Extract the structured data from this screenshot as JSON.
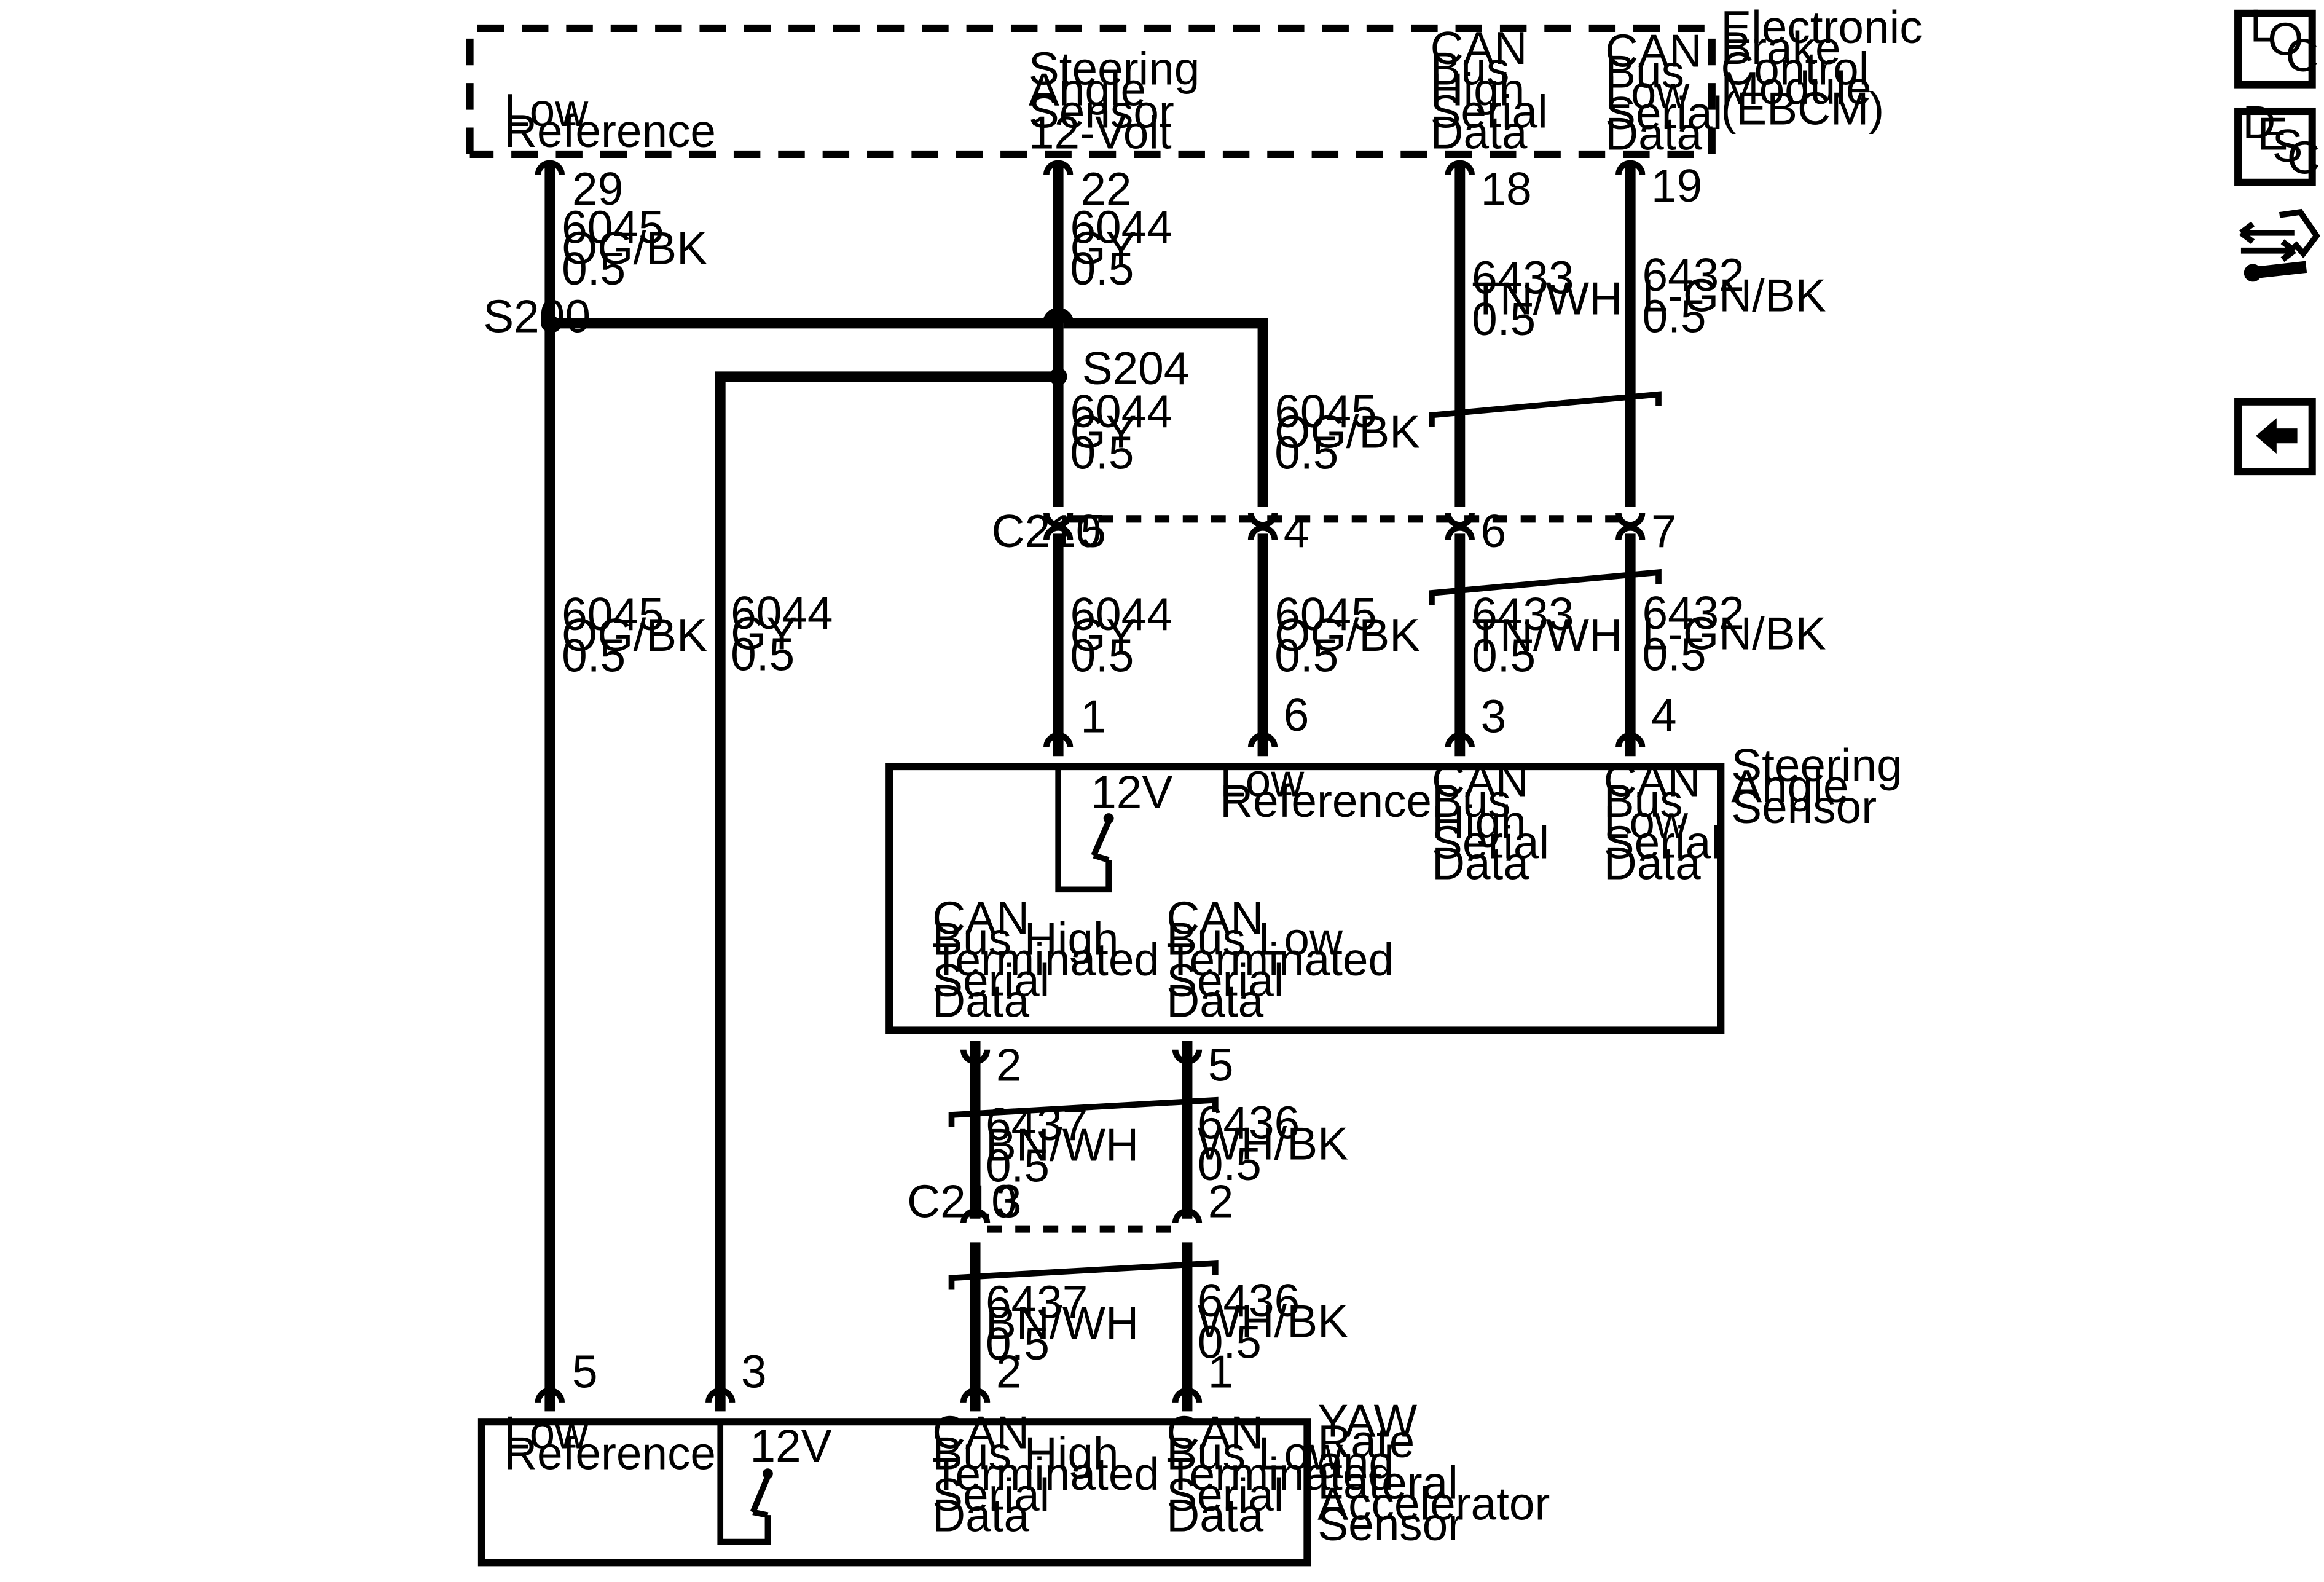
{
  "modules": {
    "ebcm": {
      "name": [
        "Electronic",
        "Brake",
        "Control",
        "Module",
        "(EBCM)"
      ],
      "pins": [
        {
          "label": [
            "Low",
            "Reference"
          ],
          "pin": "29"
        },
        {
          "label": [
            "Steering",
            "Angle",
            "Sensor",
            "12-Volt"
          ],
          "pin": "22"
        },
        {
          "label": [
            "CAN",
            "Bus",
            "High",
            "Serial",
            "Data"
          ],
          "pin": "18"
        },
        {
          "label": [
            "CAN",
            "Bus",
            "Low",
            "Serial",
            "Data"
          ],
          "pin": "19"
        }
      ]
    },
    "sas": {
      "name": [
        "Steering",
        "Angle",
        "Sensor"
      ],
      "top_pins": [
        {
          "pin": "1"
        },
        {
          "label": [
            "Low",
            "Reference"
          ],
          "pin": "6"
        },
        {
          "label": [
            "CAN",
            "Bus",
            "High",
            "Serial",
            "Data"
          ],
          "pin": "3"
        },
        {
          "label": [
            "CAN",
            "Bus",
            "Low",
            "Serial",
            "Data"
          ],
          "pin": "4"
        }
      ],
      "bottom_pins": [
        {
          "label": [
            "CAN",
            "Bus High",
            "Terminated",
            "Serial",
            "Data"
          ],
          "pin": "2"
        },
        {
          "label": [
            "CAN",
            "Bus Low",
            "Terminated",
            "Serial",
            "Data"
          ],
          "pin": "5"
        }
      ],
      "voltage": "12V"
    },
    "yaw": {
      "name": [
        "YAW",
        "Rate",
        "and",
        "Lateral",
        "Accelerator",
        "Sensor"
      ],
      "pins": [
        {
          "label": [
            "Low",
            "Reference"
          ],
          "pin": "5"
        },
        {
          "pin": "3"
        },
        {
          "label": [
            "CAN",
            "Bus High",
            "Terminated",
            "Serial",
            "Data"
          ],
          "pin": "2"
        },
        {
          "label": [
            "CAN",
            "Bus Low",
            "Terminated",
            "Serial",
            "Data"
          ],
          "pin": "1"
        }
      ],
      "voltage": "12V"
    }
  },
  "splices": {
    "s200": "S200",
    "s204": "S204"
  },
  "connectors": {
    "c210_upper": {
      "name": "C210",
      "pins": [
        "5",
        "4",
        "6",
        "7"
      ]
    },
    "c210_lower": {
      "name": "C210",
      "pins": [
        "3",
        "2"
      ]
    }
  },
  "wires": {
    "w6045_ebcm": [
      "6045",
      "OG/BK",
      "0.5"
    ],
    "w6044_ebcm": [
      "6044",
      "GY",
      "0.5"
    ],
    "w6433_ebcm": [
      "6433",
      "TN/WH",
      "0.5"
    ],
    "w6432_ebcm": [
      "6432",
      "L-GN/BK",
      "0.5"
    ],
    "w6044_s204": [
      "6044",
      "GY",
      "0.5"
    ],
    "w6045_s200": [
      "6045",
      "OG/BK",
      "0.5"
    ],
    "w6045_left": [
      "6045",
      "OG/BK",
      "0.5"
    ],
    "w6044_left": [
      "6044",
      "GY",
      "0.5"
    ],
    "w6044_sas": [
      "6044",
      "GY",
      "0.5"
    ],
    "w6045_sas": [
      "6045",
      "OG/BK",
      "0.5"
    ],
    "w6433_sas": [
      "6433",
      "TN/WH",
      "0.5"
    ],
    "w6432_sas": [
      "6432",
      "L-GN/BK",
      "0.5"
    ],
    "w6437_upper": [
      "6437",
      "BN/WH",
      "0.5"
    ],
    "w6436_upper": [
      "6436",
      "WH/BK",
      "0.5"
    ],
    "w6437_lower": [
      "6437",
      "BN/WH",
      "0.5"
    ],
    "w6436_lower": [
      "6436",
      "WH/BK",
      "0.5"
    ]
  },
  "nav": {
    "loc": [
      "L",
      "O",
      "C"
    ],
    "desc": [
      "D",
      "E",
      "S",
      "C"
    ],
    "icons": {
      "service": "connector-service-icon",
      "back": "back-arrow-icon"
    }
  }
}
